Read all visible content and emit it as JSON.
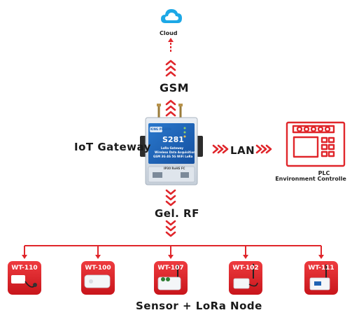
{
  "cloud": {
    "label": "Cloud",
    "icon": "cloud-icon"
  },
  "links": {
    "gsm": "GSM",
    "lan": "LAN",
    "rf": "Gel. RF"
  },
  "gateway": {
    "label": "IoT Gateway",
    "device": {
      "brand": "KING PIGEON",
      "model": "S281",
      "line1": "LoRa Gateway",
      "line2": "Wireless Data Acquisition",
      "line3": "GSM 3G 4G 5G WiFi LoRa",
      "footer": "IP30 RoHS FC"
    }
  },
  "plc": {
    "title": "PLC",
    "subtitle": "Environment Controlle",
    "icon": "plc-controller-icon"
  },
  "sensors": {
    "label": "Sensor + LoRa Node",
    "nodes": [
      {
        "model": "WT-110",
        "icon": "magnetic-sensor-icon"
      },
      {
        "model": "WT-100",
        "icon": "temperature-sensor-icon"
      },
      {
        "model": "WT-107",
        "icon": "water-leak-sensor-icon"
      },
      {
        "model": "WT-102",
        "icon": "probe-sensor-icon"
      },
      {
        "model": "WT-111",
        "icon": "pulse-sensor-icon"
      }
    ]
  },
  "colors": {
    "accent": "#e0262b",
    "gateway_blue": "#1f63b3",
    "cloud_blue": "#1da8e6",
    "text": "#1a1a1a"
  }
}
